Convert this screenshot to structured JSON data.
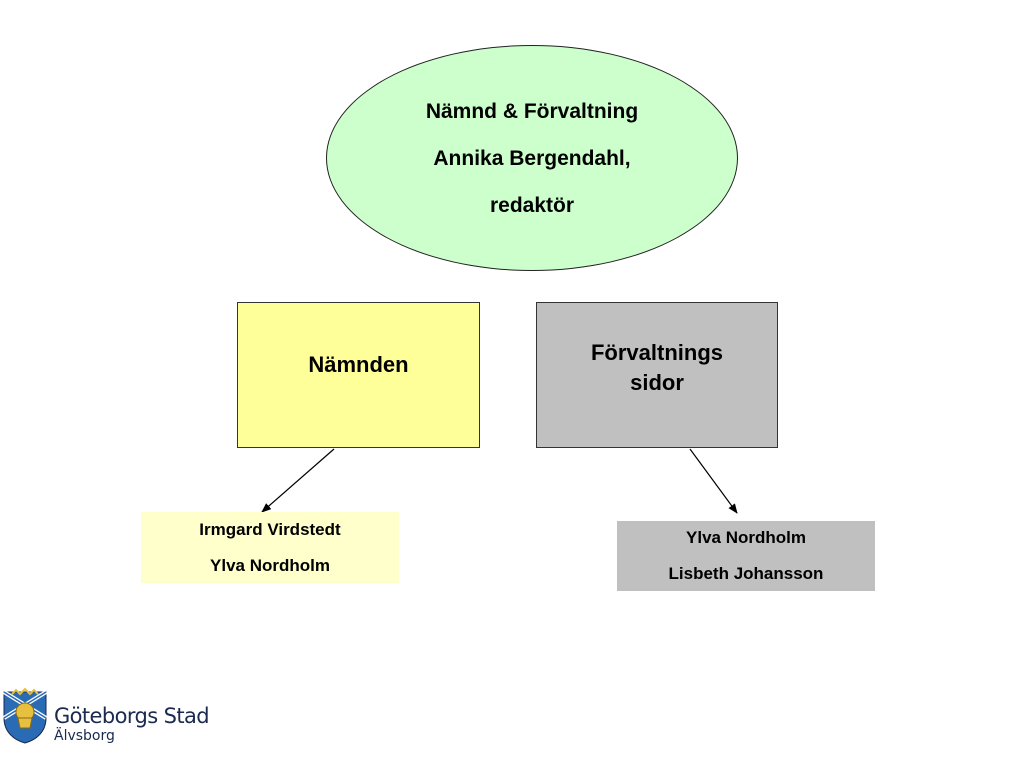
{
  "top_node": {
    "lines": [
      "Nämnd & Förvaltning",
      "Annika Bergendahl,",
      "redaktör"
    ]
  },
  "boxes": {
    "namnden": {
      "label": "Nämnden"
    },
    "forvaltning": {
      "lines": [
        "Förvaltnings",
        "sidor"
      ]
    }
  },
  "people": {
    "namnden": [
      "Irmgard Virdstedt",
      "Ylva Nordholm"
    ],
    "forvaltning": [
      "Ylva Nordholm",
      "Lisbeth Johansson"
    ]
  },
  "logo": {
    "title": "Göteborgs Stad",
    "subtitle": "Älvsborg"
  },
  "colors": {
    "ellipse": "#ccffcc",
    "namnden_box": "#ffff99",
    "forvaltning_box": "#c0c0c0",
    "namnden_people": "#ffffcc",
    "forvaltning_people": "#c0c0c0"
  }
}
